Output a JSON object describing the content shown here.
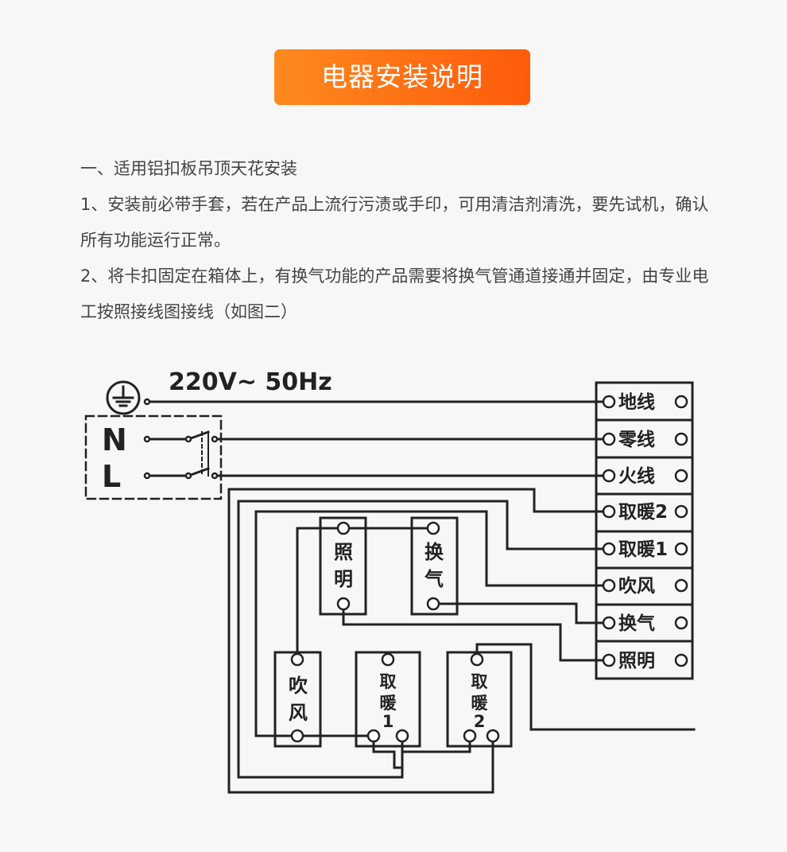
{
  "header": {
    "title": "电器安装说明"
  },
  "instructions": {
    "heading": "一、适用铝扣板吊顶天花安装",
    "step1": "1、安装前必带手套，若在产品上流行污渍或手印，可用清洁剂清洗，要先试机，确认所有功能运行正常。",
    "step2": "2、将卡扣固定在箱体上，有换气功能的产品需要将换气管通道接通并固定，由专业电工按照接线图接线（如图二）"
  },
  "diagram": {
    "voltage_label": "220V~ 50Hz",
    "neutral_label": "N",
    "live_label": "L",
    "terminals": [
      "地线",
      "零线",
      "火线",
      "取暖2",
      "取暖1",
      "吹风",
      "换气",
      "照明"
    ],
    "switch_lighting": [
      "照",
      "明"
    ],
    "switch_ventilation": [
      "换",
      "气"
    ],
    "switch_fan": [
      "吹",
      "风"
    ],
    "switch_heat1": [
      "取",
      "暖",
      "1"
    ],
    "switch_heat2": [
      "取",
      "暖",
      "2"
    ],
    "colors": {
      "line": "#222222",
      "badge_start": "#ff8a1f",
      "badge_end": "#ff5a0a",
      "text": "#444444"
    }
  }
}
